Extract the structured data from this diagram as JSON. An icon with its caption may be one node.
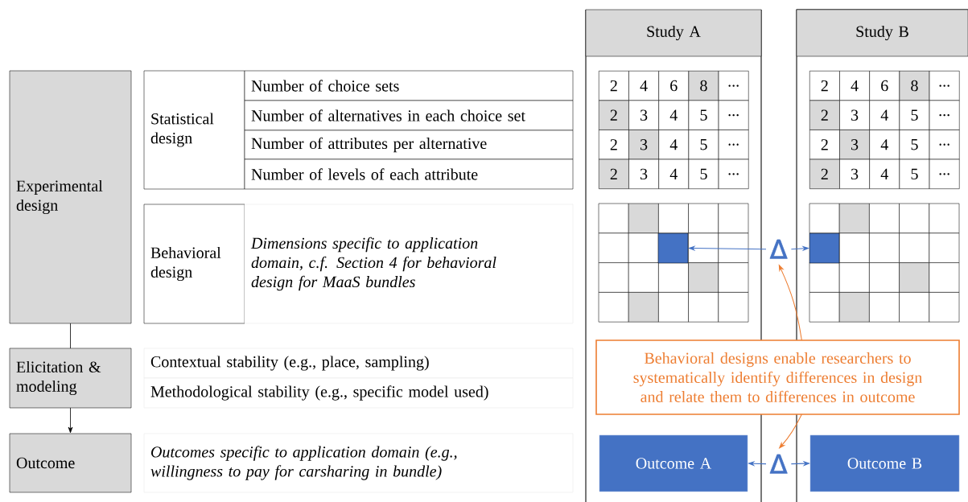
{
  "diagram": {
    "nodes": [
      {
        "text": [
          "Experimental design"
        ]
      },
      {
        "text": [
          "Statistical design"
        ]
      },
      {
        "text": [
          "Number of choice sets"
        ]
      },
      {
        "text": [
          "Number of alternatives in each choice set"
        ]
      },
      {
        "text": [
          "Number of attributes per alternative"
        ]
      },
      {
        "text": [
          "Number of levels of each attribute"
        ]
      },
      {
        "text": [
          "Behavioral design"
        ]
      },
      {
        "text": [
          "Dimensions specific to application domain, c.f. Section 4 for behavioral design for MaaS bundles"
        ]
      },
      {
        "text": [
          "Elicitation & modeling"
        ]
      },
      {
        "text": [
          "Contextual stability (e.g., place, sampling)"
        ]
      },
      {
        "text": [
          "Methodological stability (e.g., specific model used)"
        ]
      },
      {
        "text": [
          "Outcome"
        ]
      },
      {
        "text": [
          "Outcomes specific to application domain (e.g., willingness to pay for carsharing in bundle)"
        ]
      },
      {
        "text": [
          "Study A"
        ]
      },
      {
        "text": [
          "Study B"
        ]
      },
      {
        "text": [],
        "shape": "box"
      },
      {
        "text": [
          "Δ"
        ]
      },
      {
        "text": [],
        "shape": "box"
      },
      {
        "text": [
          "Behavioral designs enable researchers to systematically identify differences in design and relate them to differences in outcome"
        ]
      },
      {
        "text": [
          "Δ"
        ]
      },
      {
        "text": [
          "Outcome A"
        ]
      },
      {
        "text": [
          "Outcome B"
        ]
      }
    ],
    "edges": [
      {
        "from": 0,
        "to": 8,
        "arrow": "none",
        "color": "#000000"
      },
      {
        "from": 8,
        "to": 11,
        "arrow": "to",
        "color": "#000000"
      },
      {
        "from": 16,
        "to": 15,
        "arrow": "to",
        "color": "#4472c4"
      },
      {
        "from": 16,
        "to": 17,
        "arrow": "to",
        "color": "#4472c4"
      },
      {
        "from": 18,
        "to": 16,
        "arrow": "to",
        "color": "#ed7d31"
      },
      {
        "from": 18,
        "to": 19,
        "arrow": "to",
        "color": "#ed7d31"
      },
      {
        "from": 19,
        "to": 20,
        "arrow": "to",
        "color": "#4472c4"
      },
      {
        "from": 19,
        "to": 21,
        "arrow": "to",
        "color": "#4472c4"
      }
    ],
    "labels": [
      "2",
      "4",
      "6",
      "8",
      "...",
      "2",
      "3",
      "4",
      "5",
      "...",
      "2",
      "3",
      "4",
      "5",
      "...",
      "2",
      "3",
      "4",
      "5",
      "...",
      "2",
      "4",
      "6",
      "8",
      "...",
      "2",
      "3",
      "4",
      "5",
      "...",
      "2",
      "3",
      "4",
      "5",
      "...",
      "2",
      "3",
      "4",
      "5",
      "..."
    ]
  }
}
